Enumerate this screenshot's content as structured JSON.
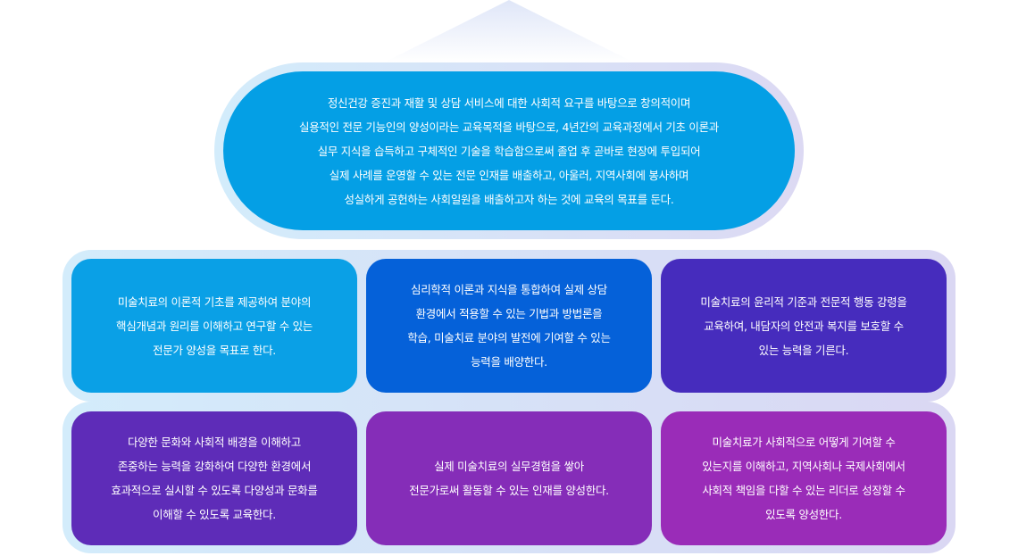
{
  "main_goal": {
    "text": "정신건강 증진과 재활 및 상담 서비스에 대한 사회적 요구를 바탕으로 창의적이며\n실용적인 전문 기능인의 양성이라는 교육목적을 바탕으로, 4년간의 교육과정에서 기초 이론과\n실무 지식을 습득하고 구체적인 기술을 학습함으로써 졸업 후 곧바로 현장에 투입되어\n실제 사례를 운영할 수 있는 전문 인재를 배출하고, 아울러, 지역사회에 봉사하며\n성실하게 공헌하는 사회일원을 배출하고자 하는 것에 교육의 목표를 둔다."
  },
  "objectives": [
    {
      "text": "미술치료의 이론적 기초를 제공하여 분야의\n핵심개념과 원리를 이해하고 연구할 수 있는\n전문가 양성을 목표로 한다.",
      "color": "#0aa0e6"
    },
    {
      "text": "심리학적 이론과 지식을 통합하여 실제 상담\n환경에서 적용할 수 있는 기법과 방법론을\n학습, 미술치료 분야의 발전에 기여할 수 있는\n능력을 배양한다.",
      "color": "#0561d9"
    },
    {
      "text": "미술치료의 윤리적 기준과 전문적 행동 강령을\n교육하여, 내담자의 안전과 복지를 보호할 수\n있는 능력을 기른다.",
      "color": "#462cbd"
    },
    {
      "text": "다양한 문화와 사회적 배경을 이해하고\n존중하는 능력을 강화하여 다양한 환경에서\n효과적으로 실시할 수 있도록 다양성과 문화를\n이해할 수 있도록 교육한다.",
      "color": "#5e2cb8"
    },
    {
      "text": "실제 미술치료의 실무경험을 쌓아\n전문가로써 활동할 수 있는 인재를 양성한다.",
      "color": "#852db8"
    },
    {
      "text": "미술치료가 사회적으로 어떻게 기여할 수\n있는지를 이해하고, 지역사회나 국제사회에서\n사회적 책임을 다할 수 있는 리더로 성장할 수\n있도록 양성한다.",
      "color": "#9a2cb8"
    }
  ]
}
